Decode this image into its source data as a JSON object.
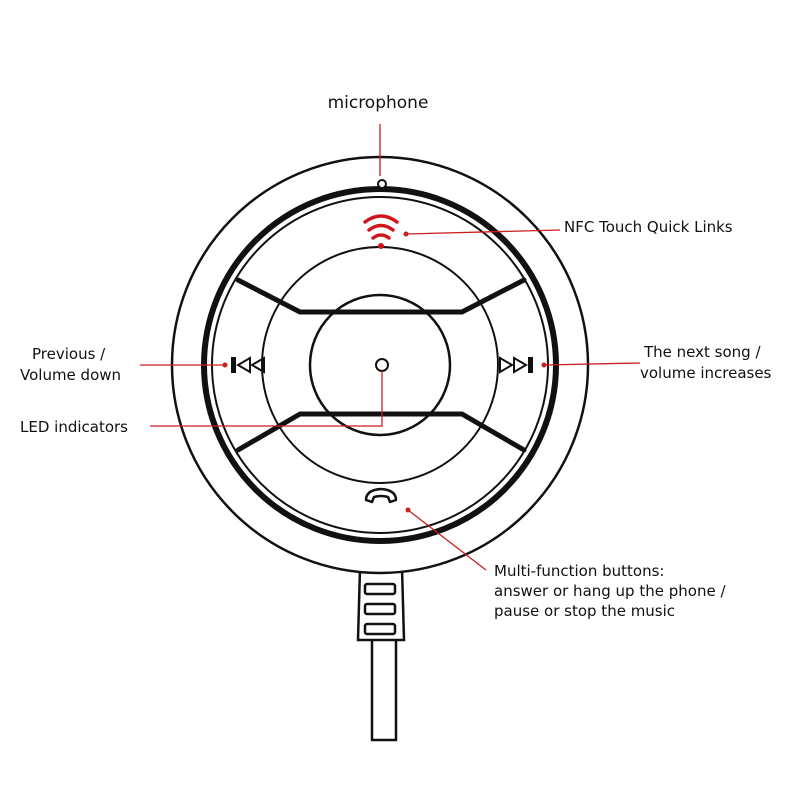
{
  "colors": {
    "leader_line": "#cc1f1f",
    "nfc_icon": "#d0151b",
    "outline": "#111111",
    "background": "#ffffff"
  },
  "icons": {
    "nfc": "nfc-wave-icon",
    "previous": "skip-previous-icon",
    "next": "skip-next-icon",
    "phone": "phone-handset-icon",
    "led": "led-indicator-icon"
  },
  "labels": {
    "microphone": "microphone",
    "nfc": "NFC Touch Quick Links",
    "previous_line1": "Previous /",
    "previous_line2": "Volume down",
    "next_line1": "The next song /",
    "next_line2": "volume increases",
    "led": "LED indicators",
    "multi_line1": "Multi-function buttons:",
    "multi_line2": "answer or hang up the phone /",
    "multi_line3": "pause or stop the music"
  }
}
